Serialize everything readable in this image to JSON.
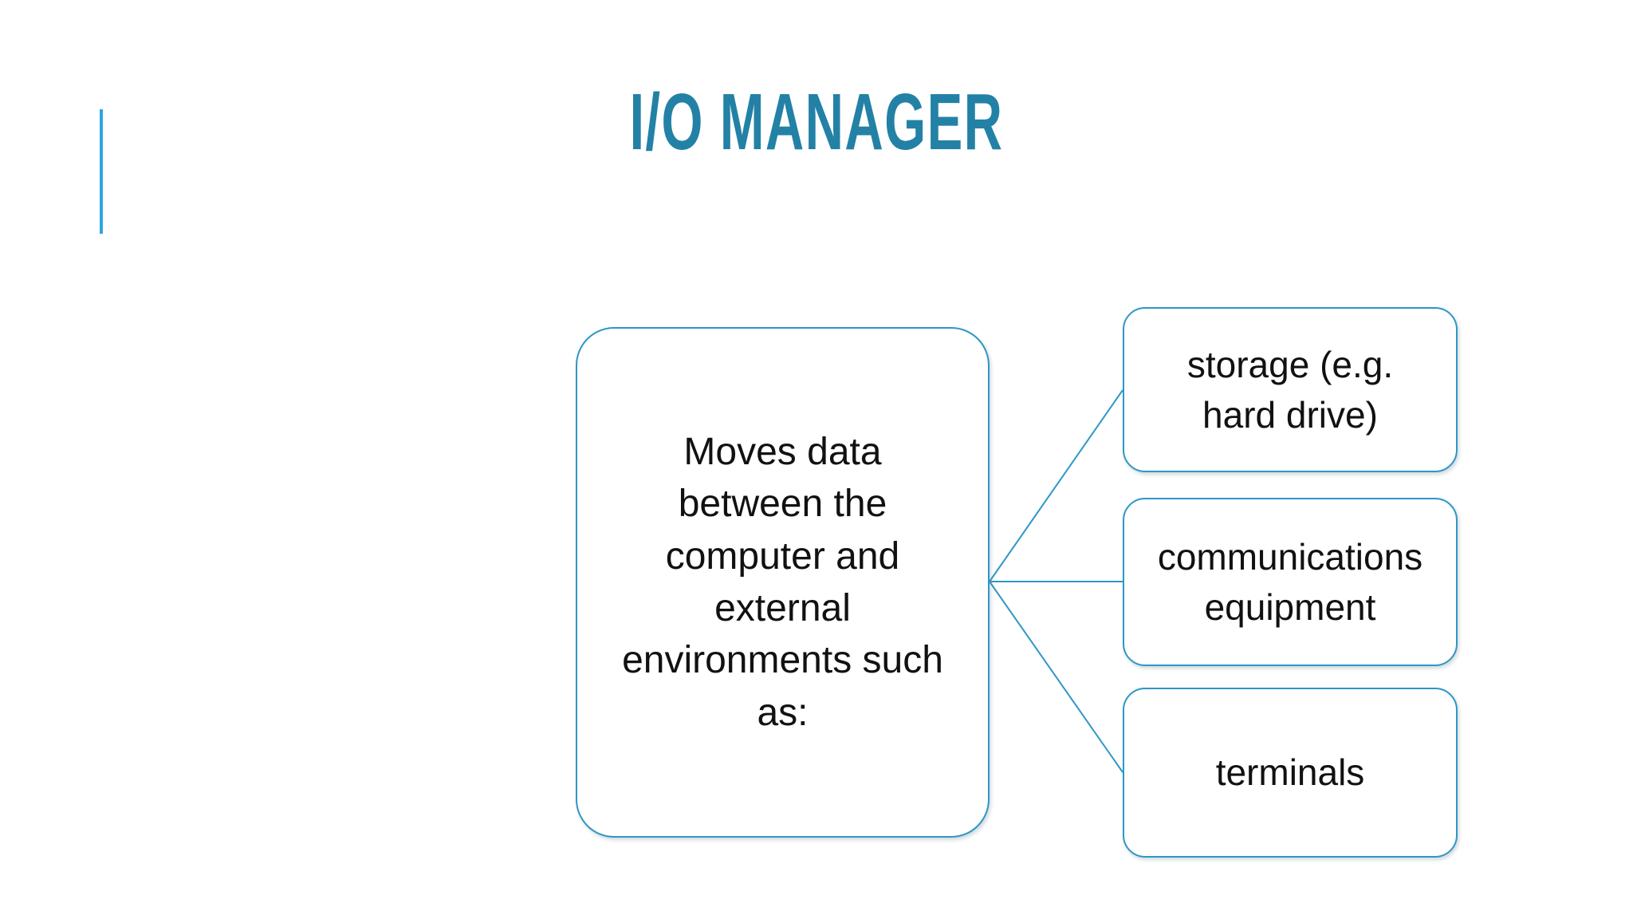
{
  "slide": {
    "title": "I/O MANAGER"
  },
  "colors": {
    "title": "#2381A6",
    "accent": "#29A8E0",
    "box-border": "#2E97C6",
    "connector": "#2E97C6",
    "text": "#111111",
    "box-fill": "#ffffff",
    "background": "#ffffff"
  },
  "diagram": {
    "source": {
      "text": "Moves data\nbetween the\ncomputer and\nexternal\nenvironments such\nas:"
    },
    "branches": [
      {
        "label": "storage (e.g.\nhard drive)"
      },
      {
        "label": "communications\nequipment"
      },
      {
        "label": "terminals"
      }
    ]
  }
}
